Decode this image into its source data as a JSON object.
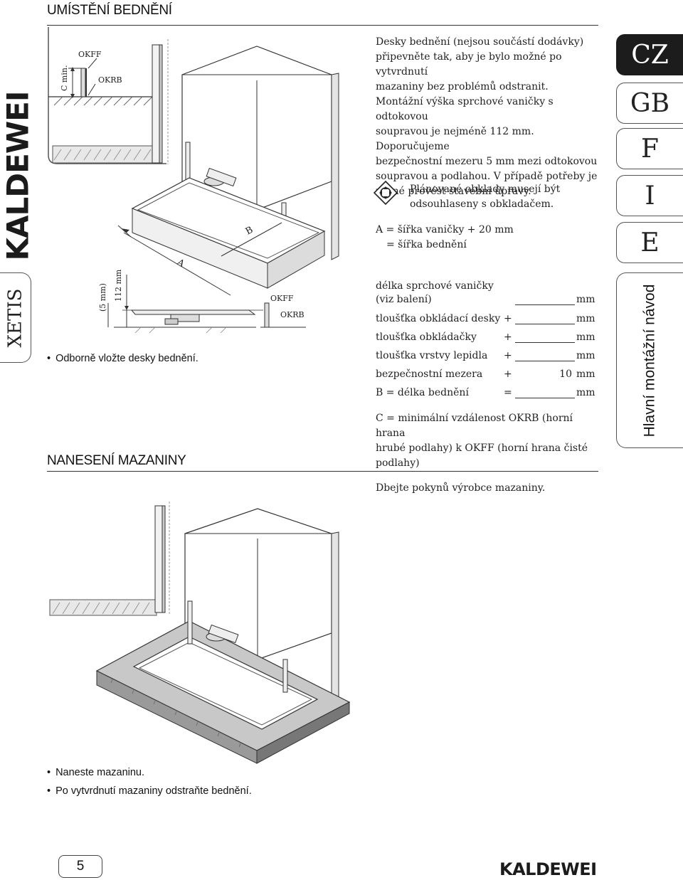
{
  "sections": {
    "placement_title": "UMÍSTĚNÍ BEDNĚNÍ",
    "screed_title": "NANESENÍ MAZANINY"
  },
  "brand": {
    "logo_text": "KALDEWEI",
    "product": "XETIS",
    "footer_logo": "KALDEWEI"
  },
  "languages": [
    {
      "code": "CZ",
      "active": true
    },
    {
      "code": "GB",
      "active": false
    },
    {
      "code": "F",
      "active": false
    },
    {
      "code": "I",
      "active": false
    },
    {
      "code": "E",
      "active": false
    }
  ],
  "side_title": "Hlavní montážní návod",
  "diagram_labels": {
    "okff": "OKFF",
    "okrb": "OKRB",
    "c_min": "C min.",
    "dim_a": "A",
    "dim_b": "B",
    "height_112": "112 mm",
    "gap_5": "(5 mm)"
  },
  "text": {
    "para1_lines": [
      "Desky bednění (nejsou součástí dodávky)",
      "připevněte tak, aby je bylo možné po vytvrdnutí",
      "mazaniny bez problémů odstranit."
    ],
    "para2_lines": [
      "Montážní výška sprchové vaničky s odtokovou",
      "soupravou je nejméně 112 mm. Doporučujeme",
      "bezpečnostní mezeru 5 mm mezi odtokovou",
      "soupravou a podlahou. V případě potřeby je",
      "nutné provést stavební úpravy."
    ],
    "note_lines": [
      "Plánované obklady musejí být",
      "odsouhlaseny s obkladačem."
    ],
    "formula_a_line1": "A = šířka vaničky + 20 mm",
    "formula_a_line2": "= šířka bednění",
    "c_def_lines": [
      "C = minimální vzdálenost OKRB (horní hrana",
      "hrubé podlahy) k OKFF (horní hrana čisté",
      "podlahy)"
    ],
    "manufacturer_note": "Dbejte pokynů výrobce mazaniny."
  },
  "form_rows": [
    {
      "label_line1": "délka sprchové vaničky",
      "label": "(viz balení)",
      "op": "",
      "value": "",
      "unit": "mm"
    },
    {
      "label": "tloušťka obkládací desky",
      "op": "+",
      "value": "",
      "unit": "mm"
    },
    {
      "label": "tloušťka obkládačky",
      "op": "+",
      "value": "",
      "unit": "mm"
    },
    {
      "label": "tloušťka vrstvy lepidla",
      "op": "+",
      "value": "",
      "unit": "mm"
    },
    {
      "label": "bezpečnostní mezera",
      "op": "+",
      "value": "10",
      "unit": "mm"
    },
    {
      "label": "B = délka bednění",
      "op": "=",
      "value": "",
      "unit": "mm"
    }
  ],
  "bullets": {
    "placement": [
      "Odborně vložte desky bednění."
    ],
    "screed": [
      "Naneste mazaninu.",
      "Po vytvrdnutí mazaniny odstraňte bednění."
    ]
  },
  "page_number": "5",
  "colors": {
    "active_tab_bg": "#1c1c1c",
    "line": "#333333",
    "screed_fill": "#c8c8c8"
  },
  "icons": [
    "tile-warning-icon"
  ]
}
